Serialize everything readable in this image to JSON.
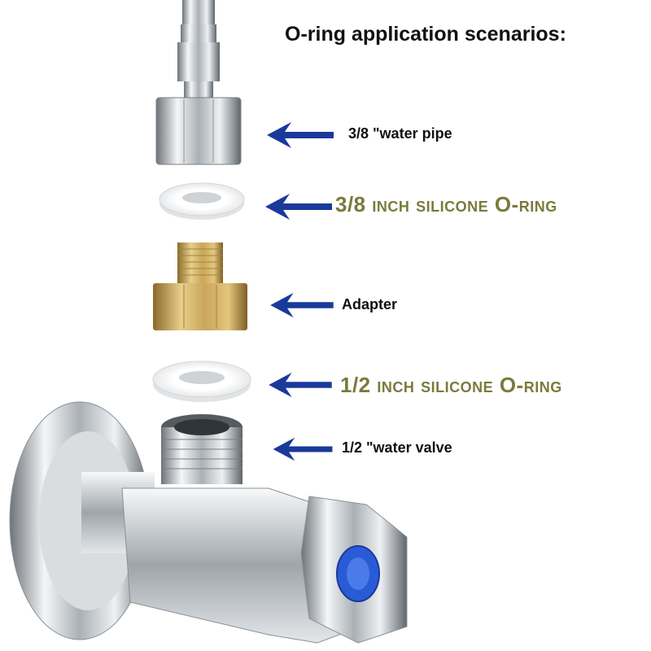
{
  "title": "O-ring application scenarios:",
  "labels": {
    "water_pipe": "3/8 \"water pipe",
    "oring_38": "3/8 inch silicone O-ring",
    "adapter": "Adapter",
    "oring_12": "1/2 inch silicone O-ring",
    "water_valve": "1/2 \"water valve"
  },
  "colors": {
    "arrow": "#1a3a9a",
    "label_green": "#7a7a3c",
    "label_dark": "#111111",
    "brass": "#c9a65a",
    "chrome": "#c8cdd2",
    "valve_badge": "#2a5bd7"
  },
  "icons": {
    "arrow": "left-pointing-blue-arrow"
  }
}
